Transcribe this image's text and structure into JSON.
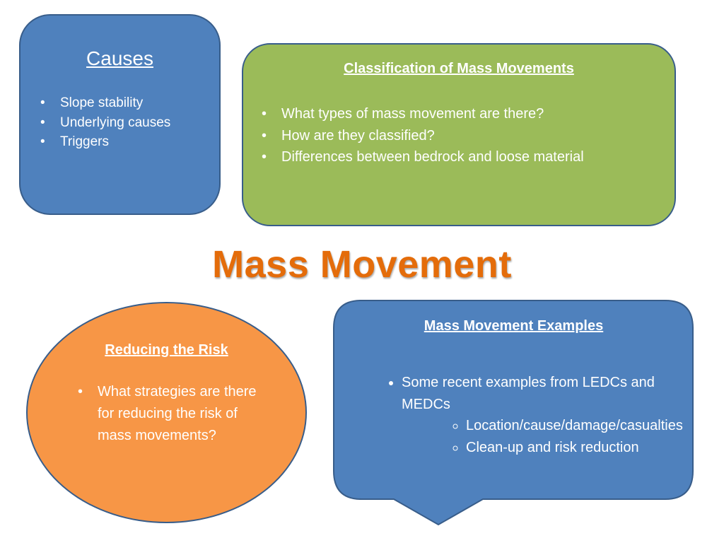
{
  "causes": {
    "title": "Causes",
    "items": [
      "Slope stability",
      "Underlying causes",
      "Triggers"
    ]
  },
  "classification": {
    "title": "Classification of Mass Movements",
    "items": [
      "What types of mass movement are there?",
      "How are they classified?",
      "Differences between bedrock and loose material"
    ]
  },
  "main_title": "Mass Movement",
  "reducing": {
    "title": "Reducing the Risk",
    "items": [
      "What strategies are there for reducing the risk of mass movements?"
    ]
  },
  "examples": {
    "title": "Mass Movement Examples",
    "item": "Some recent examples from LEDCs and MEDCs",
    "subitems": [
      "Location/cause/damage/casualties",
      "Clean-up and risk reduction"
    ]
  },
  "colors": {
    "blue": "#4f81bd",
    "green": "#9bbb59",
    "orange": "#f79646",
    "title_orange": "#e46c0a",
    "outline": "#385d8a"
  }
}
